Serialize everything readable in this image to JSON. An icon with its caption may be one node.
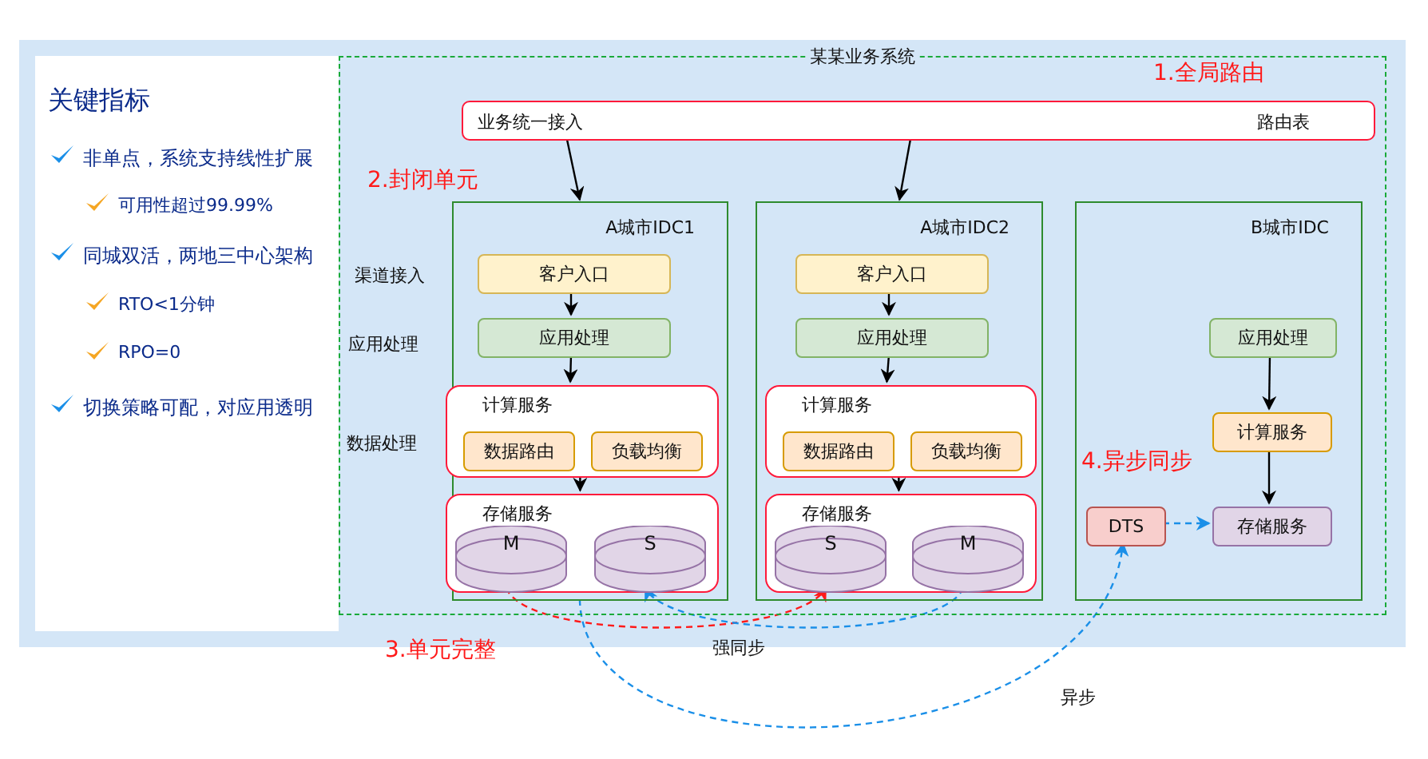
{
  "diagram": {
    "nodes": [
      {
        "text": [
          "关键指标",
          "非单点，系统支持线性扩展",
          "可用性超过99.99%",
          "同城双活，两地三中心架构",
          "RTO<1分钟",
          "RPO=0",
          "切换策略可配，对应用透明"
        ]
      },
      {
        "text": [
          "某某业务系统"
        ]
      },
      {
        "text": [
          "业务统一接入",
          "路由表"
        ],
        "in": 1
      },
      {
        "text": [
          "A城市IDC1"
        ],
        "in": 1
      },
      {
        "text": [
          "客户入口"
        ],
        "in": 3
      },
      {
        "text": [
          "应用处理"
        ],
        "in": 3
      },
      {
        "text": [
          "计算服务"
        ],
        "in": 3
      },
      {
        "text": [
          "数据路由"
        ],
        "in": 6
      },
      {
        "text": [
          "负载均衡"
        ],
        "in": 6
      },
      {
        "text": [
          "存储服务"
        ],
        "in": 3
      },
      {
        "text": [
          "M"
        ],
        "in": 9
      },
      {
        "text": [
          "S"
        ],
        "in": 9
      },
      {
        "text": [
          "A城市IDC2"
        ],
        "in": 1
      },
      {
        "text": [
          "客户入口"
        ],
        "in": 12
      },
      {
        "text": [
          "应用处理"
        ],
        "in": 12
      },
      {
        "text": [
          "计算服务"
        ],
        "in": 12
      },
      {
        "text": [
          "数据路由"
        ],
        "in": 15
      },
      {
        "text": [
          "负载均衡"
        ],
        "in": 15
      },
      {
        "text": [
          "存储服务"
        ],
        "in": 12
      },
      {
        "text": [
          "S"
        ],
        "in": 18
      },
      {
        "text": [
          "M"
        ],
        "in": 18
      },
      {
        "text": [
          "B城市IDC"
        ],
        "in": 1
      },
      {
        "text": [
          "应用处理"
        ],
        "in": 21
      },
      {
        "text": [
          "计算服务"
        ],
        "in": 21
      },
      {
        "text": [
          "DTS"
        ],
        "in": 21
      },
      {
        "text": [
          "存储服务"
        ],
        "in": 21
      }
    ],
    "edges": [
      {
        "from": 2,
        "to": 3,
        "arrow": "to"
      },
      {
        "from": 2,
        "to": 12,
        "arrow": "to"
      },
      {
        "from": 4,
        "to": 5,
        "arrow": "to"
      },
      {
        "from": 5,
        "to": 6,
        "arrow": "to"
      },
      {
        "from": 6,
        "to": 9,
        "arrow": "to"
      },
      {
        "from": 13,
        "to": 14,
        "arrow": "to"
      },
      {
        "from": 14,
        "to": 15,
        "arrow": "to"
      },
      {
        "from": 15,
        "to": 18,
        "arrow": "to"
      },
      {
        "from": 22,
        "to": 23,
        "arrow": "to"
      },
      {
        "from": 23,
        "to": 25,
        "arrow": "to"
      },
      {
        "from": 24,
        "to": 25,
        "arrow": "to",
        "style": "dashed",
        "color": "#1a8fe8"
      },
      {
        "from": 10,
        "to": 19,
        "arrow": "to",
        "style": "dashed",
        "color": "#ff1a1a"
      },
      {
        "from": 20,
        "to": 11,
        "arrow": "to",
        "style": "dashed",
        "color": "#1a8fe8"
      },
      {
        "from": 3,
        "to": 24,
        "arrow": "to",
        "style": "dashed",
        "color": "#1a8fe8",
        "label": "异步"
      }
    ],
    "labels": [
      "1.全局路由",
      "2.封闭单元",
      "渠道接入",
      "应用处理",
      "数据处理",
      "4.异步同步",
      "强同步",
      "3.单元完整"
    ]
  }
}
